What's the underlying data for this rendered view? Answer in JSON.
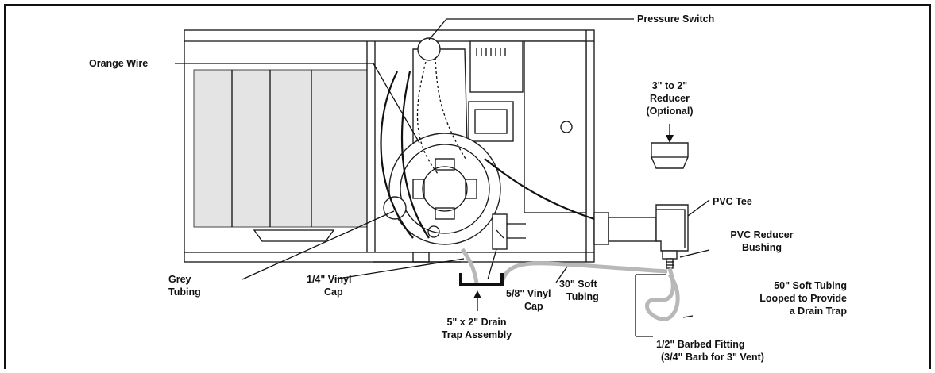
{
  "labels": {
    "pressure_switch": "Pressure Switch",
    "orange_wire": "Orange Wire",
    "reducer_line1": "3\" to 2\"",
    "reducer_line2": "Reducer",
    "reducer_line3": "(Optional)",
    "pvc_tee": "PVC Tee",
    "pvc_reducer_line1": "PVC Reducer",
    "pvc_reducer_line2": "Bushing",
    "grey_tubing_line1": "Grey",
    "grey_tubing_line2": "Tubing",
    "vinyl_cap_quarter_line1": "1/4\" Vinyl",
    "vinyl_cap_quarter_line2": "Cap",
    "vinyl_cap_fiveeighths_line1": "5/8\" Vinyl",
    "vinyl_cap_fiveeighths_line2": "Cap",
    "soft_tubing_30_line1": "30\" Soft",
    "soft_tubing_30_line2": "Tubing",
    "soft_tubing_50_line1": "50\" Soft Tubing",
    "soft_tubing_50_line2": "Looped to Provide",
    "soft_tubing_50_line3": "a Drain Trap",
    "drain_trap_line1": "5\" x 2\" Drain",
    "drain_trap_line2": "Trap Assembly",
    "barbed_fitting_line1": "1/2\" Barbed Fitting",
    "barbed_fitting_line2": "(3/4\" Barb for 3\" Vent)"
  },
  "colors": {
    "line": "#111111",
    "tubing": "#b8b8b8",
    "panel_shade": "#e4e4e4"
  }
}
